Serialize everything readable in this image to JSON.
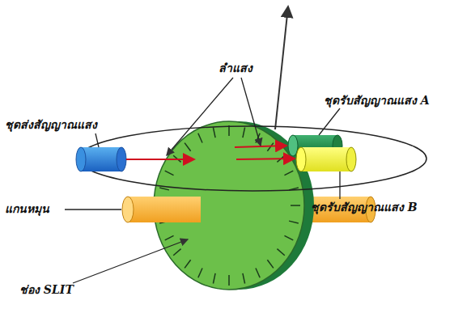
{
  "diagram": {
    "labels": [
      "ชุดส่งสัญญาณแสง",
      "ลำแสง",
      "ชุดรับสัญญาณแสง A",
      "ชุดรับสัญญาณแสง B",
      "แกนหมุน",
      "ช่อง SLIT"
    ]
  }
}
